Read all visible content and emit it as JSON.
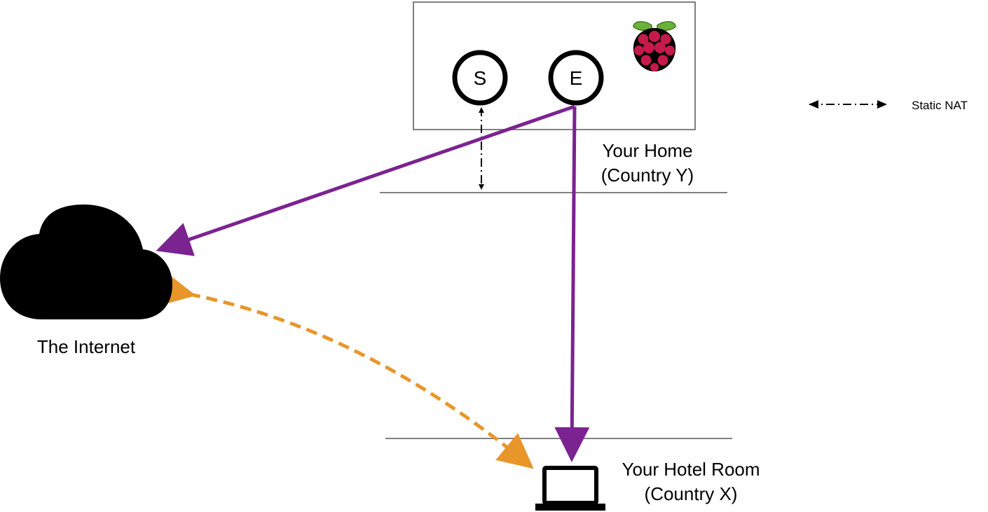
{
  "home": {
    "line1": "Your Home",
    "line2": "(Country Y)"
  },
  "hotel": {
    "line1": "Your Hotel Room",
    "line2": "(Country X)"
  },
  "internet": {
    "label": "The Internet"
  },
  "nodes": {
    "s_label": "S",
    "e_label": "E"
  },
  "legend": {
    "static_nat": "Static NAT"
  },
  "colors": {
    "tunnel": "#7b2390",
    "traffic": "#e8962a",
    "box_border": "#808080",
    "ink": "#000000"
  },
  "icons": {
    "home_device": "raspberry-pi-logo",
    "internet": "cloud-icon",
    "hotel_device": "laptop-icon"
  }
}
